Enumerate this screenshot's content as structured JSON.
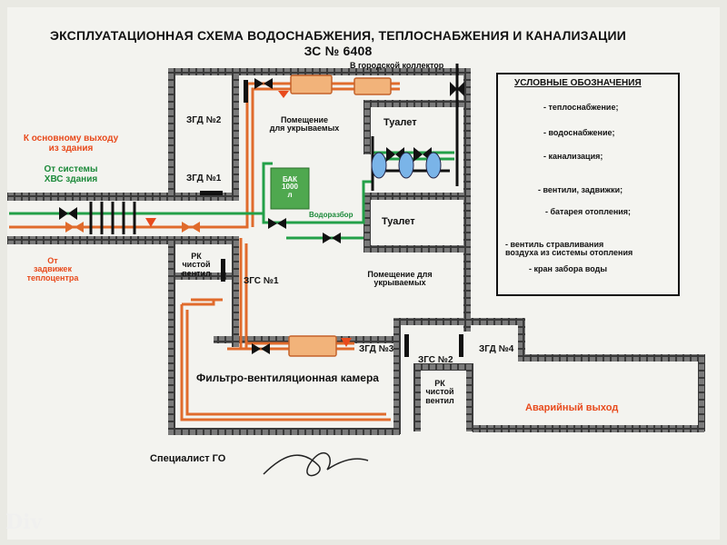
{
  "title": {
    "line1": "ЭКСПЛУАТАЦИОННАЯ СХЕМА ВОДОСНАБЖЕНИЯ, ТЕПЛОСНАБЖЕНИЯ И КАНАЛИЗАЦИИ",
    "line2": "ЗС  №  6408"
  },
  "labels": {
    "city_collector": "В городской коллектор",
    "zgd2": "ЗГД №2",
    "zgd1": "ЗГД №1",
    "zgd3": "ЗГД №3",
    "zgd4": "ЗГД №4",
    "zgs1": "ЗГС №1",
    "zgs2": "ЗГС №2",
    "room_sheltered_1": "Помещение\nдля укрываемых",
    "room_sheltered_2": "Помещение для\nукрываемых",
    "toilet_top": "Туалет",
    "toilet_bottom": "Туалет",
    "tank": "БАК\n1000\nл",
    "water_intake": "Водоразбор",
    "rk_clean_1": "РК\nчистой\nвентил",
    "rk_clean_2": "РК\nчистой\nвентил",
    "to_main_exit": "К основному выходу\nиз здания",
    "from_hvs": "От системы\nХВС здания",
    "from_valves": "От\nзадвижек\nтеплоцентра",
    "filter_vent": "Фильтро-вентиляционная камера",
    "emergency_exit": "Аварийный выход",
    "specialist": "Специалист ГО",
    "watermark": "Div"
  },
  "legend": {
    "title": "УСЛОВНЫЕ ОБОЗНАЧЕНИЯ",
    "items": [
      {
        "symbol": "heat-line",
        "text": "- теплоснабжение;"
      },
      {
        "symbol": "water-line",
        "text": "- водоснабжение;"
      },
      {
        "symbol": "sewer-line",
        "text": "- канализация;"
      },
      {
        "symbol": "valve",
        "text": "- вентили, задвижки;"
      },
      {
        "symbol": "radiator",
        "text": "- батарея отопления;"
      },
      {
        "symbol": "bleed-valve",
        "text": "- вентиль стравливания\nвоздуха из системы отопления"
      },
      {
        "symbol": "water-tap",
        "text": "- кран забора воды"
      }
    ]
  },
  "colors": {
    "paper": "#f3f3ef",
    "wall": "#3a3a3a",
    "heat": "#e06b2c",
    "water": "#23a048",
    "sewer": "#111111",
    "radiator_fill": "#f2b37a",
    "title_red": "#e84a1c",
    "label_green": "#1c8a3a",
    "tank_green": "#4fa84f"
  }
}
